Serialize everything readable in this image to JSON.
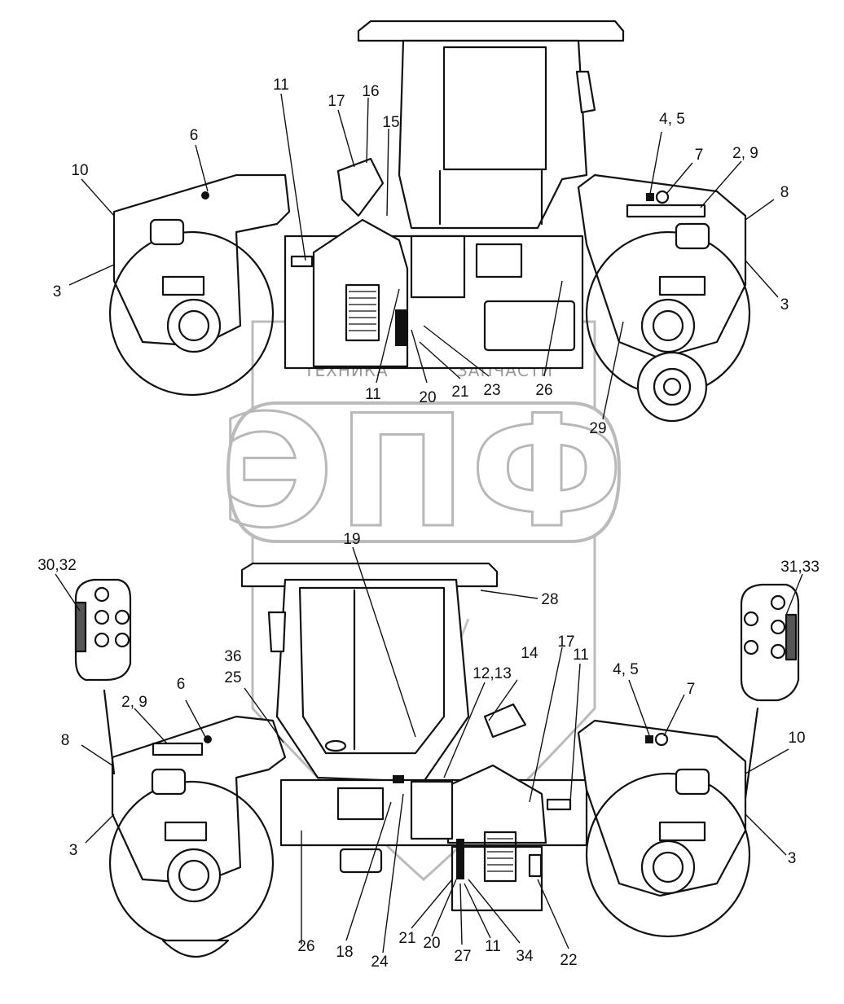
{
  "watermark": {
    "logo_text": "ЭПФ",
    "left_text": "ТЕХНИКА",
    "right_text": "ЗАПЧАСТИ"
  },
  "top_view_callouts": {
    "c11a": "11",
    "c17": "17",
    "c16": "16",
    "c15": "15",
    "c6": "6",
    "c10": "10",
    "c3_left": "3",
    "c11b": "11",
    "c20": "20",
    "c21": "21",
    "c23": "23",
    "c26": "26",
    "c45": "4, 5",
    "c7": "7",
    "c29": "2, 9",
    "c8": "8",
    "c3_right": "3",
    "c29b": "29"
  },
  "bottom_view_callouts": {
    "c3032": "30,32",
    "c19": "19",
    "c28": "28",
    "c3133": "31,33",
    "c36": "36",
    "c25": "25",
    "c6": "6",
    "c29": "2, 9",
    "c8": "8",
    "c3_left": "3",
    "c1213": "12,13",
    "c14": "14",
    "c17": "17",
    "c11_top": "11",
    "c45": "4, 5",
    "c7": "7",
    "c10": "10",
    "c3_right": "3",
    "c26": "26",
    "c18": "18",
    "c24": "24",
    "c21": "21",
    "c20": "20",
    "c27": "27",
    "c11": "11",
    "c34": "34",
    "c22": "22"
  }
}
